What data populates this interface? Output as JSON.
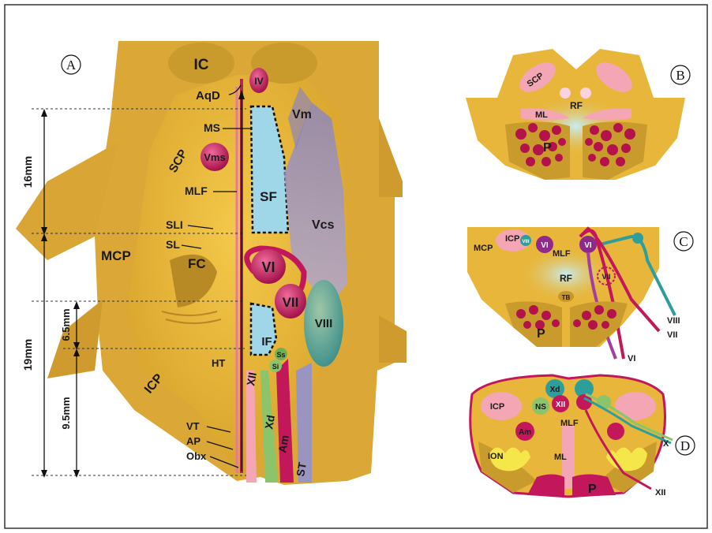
{
  "panels": {
    "a": "A",
    "b": "B",
    "c": "C",
    "d": "D"
  },
  "measurements": {
    "upper": "16mm",
    "lower": "19mm",
    "sub_upper": "6.5mm",
    "sub_lower": "9.5mm"
  },
  "panel_a": {
    "IC": "IC",
    "IV": "IV",
    "AqD": "AqD",
    "Vm": "Vm",
    "MS": "MS",
    "SCP": "SCP",
    "Vms": "Vms",
    "MLF": "MLF",
    "SF": "SF",
    "Vcs": "Vcs",
    "SLI": "SLI",
    "SL": "SL",
    "MCP": "MCP",
    "FC": "FC",
    "VI": "VI",
    "VII": "VII",
    "VIII": "VIII",
    "IF": "IF",
    "ICP": "ICP",
    "HT": "HT",
    "Ss": "Ss",
    "Si": "Si",
    "XII": "XII",
    "Xd": "Xd",
    "Am": "Am",
    "ST": "ST",
    "VT": "VT",
    "AP": "AP",
    "Obx": "Obx"
  },
  "panel_b": {
    "SCP": "SCP",
    "RF": "RF",
    "ML": "ML",
    "P": "P"
  },
  "panel_c": {
    "ICP": "ICP",
    "VIII_small": "VIII",
    "MCP": "MCP",
    "VI_left": "VI",
    "MLF": "MLF",
    "VI_right": "VI",
    "VII_small": "VII",
    "RF": "RF",
    "TB": "TB",
    "P": "P",
    "VIII": "VIII",
    "VII": "VII",
    "VI": "VI"
  },
  "panel_d": {
    "Xd": "Xd",
    "ICP": "ICP",
    "NS": "NS",
    "XII_nucleus": "XII",
    "MLF": "MLF",
    "Am": "Am",
    "ION": "ION",
    "ML": "ML",
    "P": "P",
    "X": "X",
    "XII": "XII"
  },
  "colors": {
    "brainstem": "#e8b63a",
    "brainstem_dark": "#c9962a",
    "frame": "#333333",
    "nucleus_red": "#c2185b",
    "floor_blue": "#9fd6e8",
    "pink": "#f4a6b4",
    "teal": "#2e9e9a"
  }
}
